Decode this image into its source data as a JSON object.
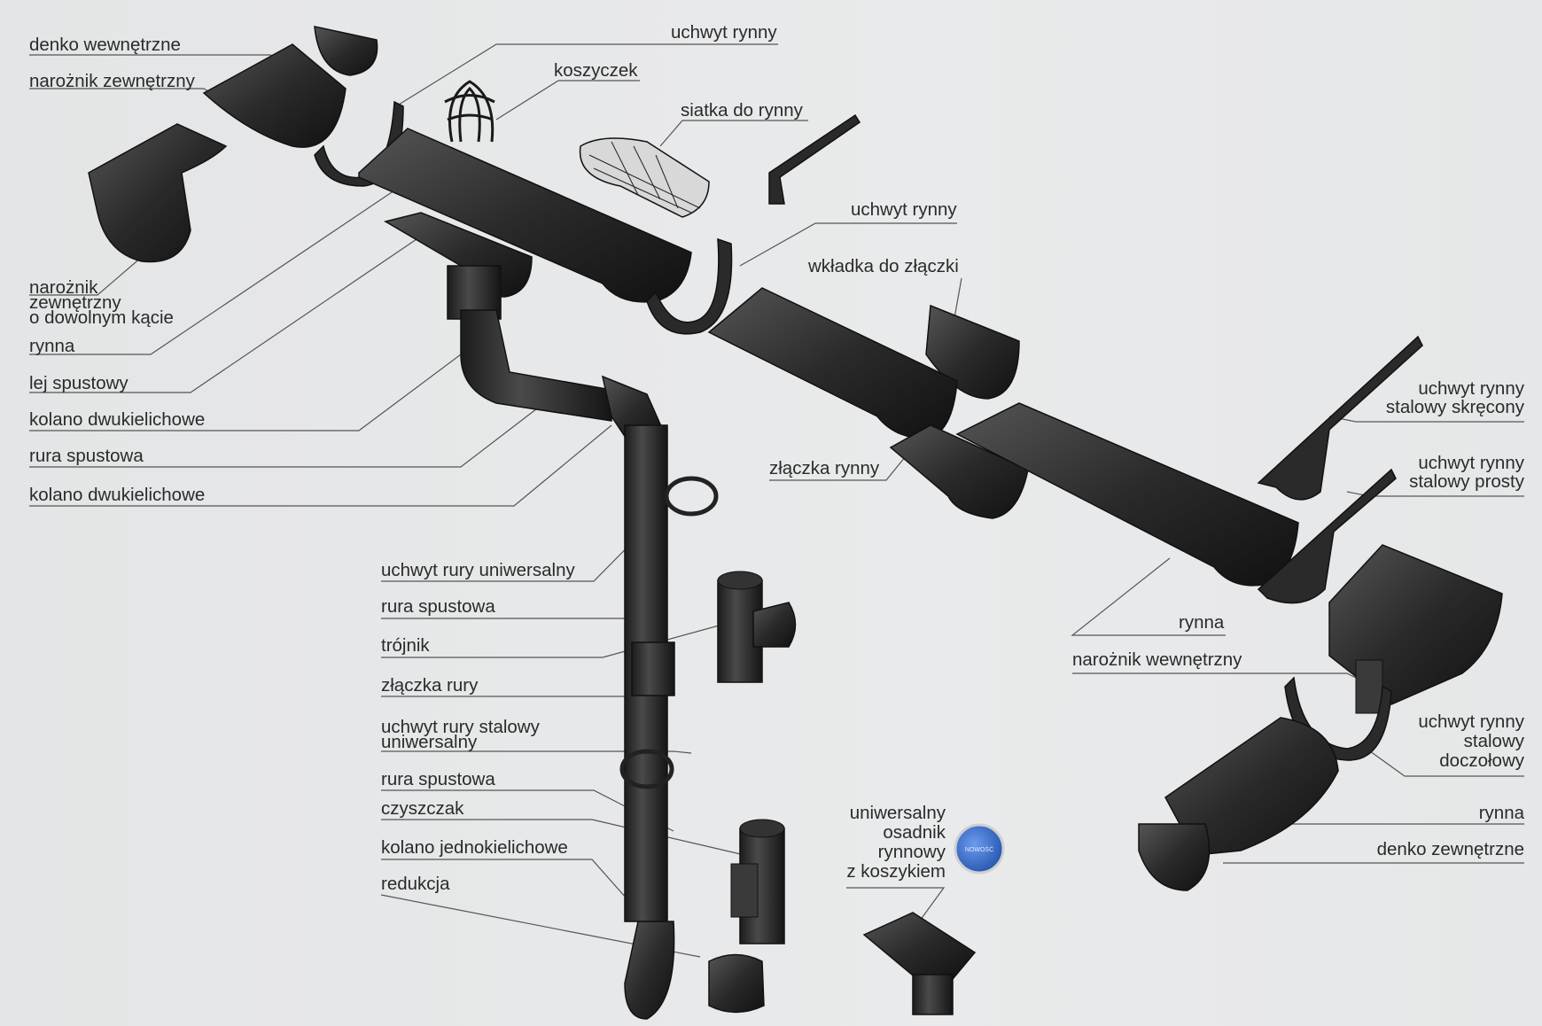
{
  "labels": {
    "denko_wewnetrzne": "denko wewnętrzne",
    "naroznik_zewnetrzny": "narożnik zewnętrzny",
    "naroznik_dowolny": "narożnik\nzewnętrzny\no dowolnym kącie",
    "rynna_left": "rynna",
    "lej_spustowy": "lej spustowy",
    "kolano_dwukielichowe_1": "kolano dwukielichowe",
    "rura_spustowa_left": "rura spustowa",
    "kolano_dwukielichowe_2": "kolano dwukielichowe",
    "uchwyt_rynny_top": "uchwyt rynny",
    "koszyczek": "koszyczek",
    "siatka": "siatka do rynny",
    "uchwyt_rynny_mid": "uchwyt rynny",
    "wkladka": "wkładka do złączki",
    "zlaczka_rynny": "złączka rynny",
    "uchwyt_rury_uniwersalny": "uchwyt rury uniwersalny",
    "rura_spustowa_mid": "rura spustowa",
    "trojnik": "trójnik",
    "zlaczka_rury": "złączka rury",
    "uchwyt_rury_stalowy": "uchwyt rury stalowy\nuniwersalny",
    "rura_spustowa_low": "rura spustowa",
    "czyszczak": "czyszczak",
    "kolano_jednokielichowe": "kolano jednokielichowe",
    "redukcja": "redukcja",
    "osadnik": "uniwersalny\nosadnik\nrynnowy\nz koszykiem",
    "uchwyt_skrecony": "uchwyt rynny\nstalowy skręcony",
    "uchwyt_prosty": "uchwyt rynny\nstalowy prosty",
    "rynna_right": "rynna",
    "naroznik_wewnetrzny": "narożnik wewnętrzny",
    "uchwyt_doczolowy": "uchwyt rynny\nstalowy\ndoczołowy",
    "rynna_right2": "rynna",
    "denko_zewnetrzne": "denko zewnętrzne"
  },
  "badge": {
    "text": "NOWOŚĆ"
  },
  "colors": {
    "part": "#2c2c2c",
    "part_light": "#4a4a4a",
    "line": "#555555",
    "background": "#e6e7e8",
    "badge": "#3a6fd0"
  }
}
